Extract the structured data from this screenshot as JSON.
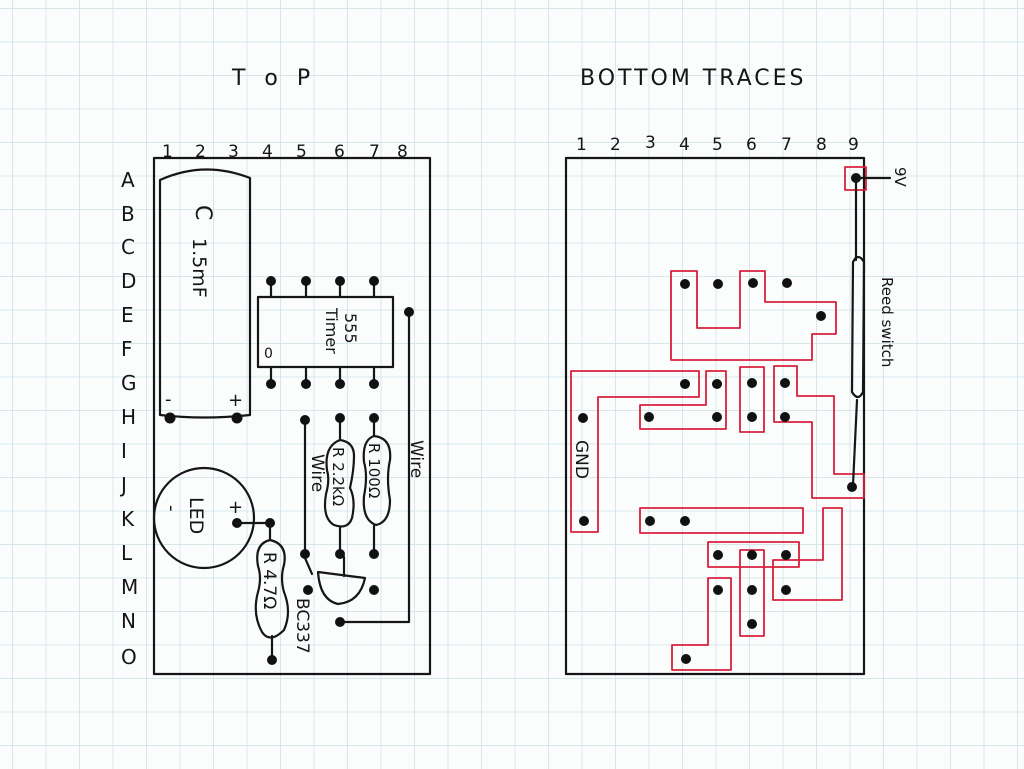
{
  "top": {
    "title": "T o P",
    "columns": [
      "1",
      "2",
      "3",
      "4",
      "5",
      "6",
      "7",
      "8"
    ],
    "rows": [
      "A",
      "B",
      "C",
      "D",
      "E",
      "F",
      "G",
      "H",
      "I",
      "J",
      "K",
      "L",
      "M",
      "N",
      "O"
    ],
    "capacitor_label": "C",
    "capacitor_value": "1.5mF",
    "cap_minus": "-",
    "cap_plus": "+",
    "timer_line1": "555",
    "timer_line2": "Timer",
    "timer_pin1_mark": "0",
    "led_label": "LED",
    "led_minus": "-",
    "led_plus": "+",
    "r1_label": "R 2.2kΩ",
    "r2_label": "R 100Ω",
    "r3_label": "R 4.7Ω",
    "wire1_label": "Wire",
    "wire2_label": "Wire",
    "transistor_label": "BC337"
  },
  "bottom": {
    "title": "BOTTOM TRACES",
    "columns": [
      "1",
      "2",
      "3",
      "4",
      "5",
      "6",
      "7",
      "8",
      "9"
    ],
    "gnd_label": "GND",
    "battery_label": "9V",
    "reed_label": "Reed switch"
  },
  "colors": {
    "ink": "#161616",
    "trace": "#d8203c",
    "grid": "#d7e6ea",
    "paper": "#fbfdfd"
  }
}
